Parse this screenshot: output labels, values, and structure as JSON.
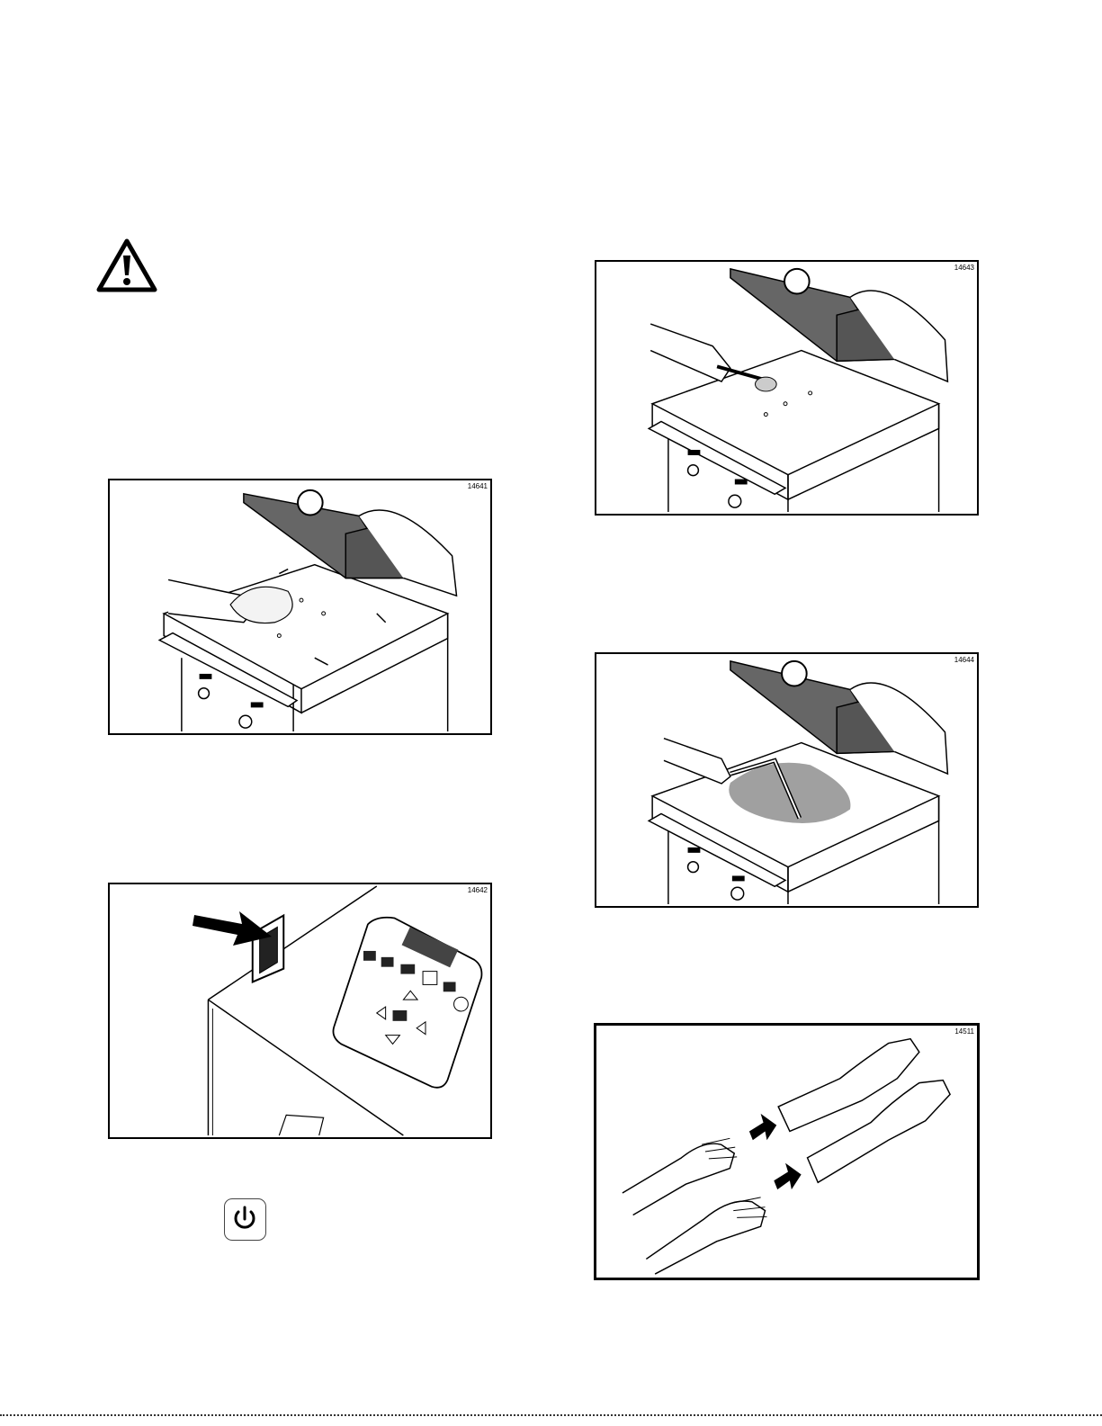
{
  "figures": {
    "wipe_surface": {
      "id": "14641"
    },
    "power_switch": {
      "id": "14642"
    },
    "brush_surface": {
      "id": "14643"
    },
    "spread_cleaner": {
      "id": "14644"
    },
    "gloves": {
      "id": "14511"
    }
  },
  "icons": {
    "warning": "warning-triangle-icon",
    "power": "power-icon",
    "arrow": "arrow-right-icon"
  },
  "colors": {
    "ink": "#000000",
    "panel_gray": "#666666",
    "cleaner_gray": "#a0a0a0"
  }
}
